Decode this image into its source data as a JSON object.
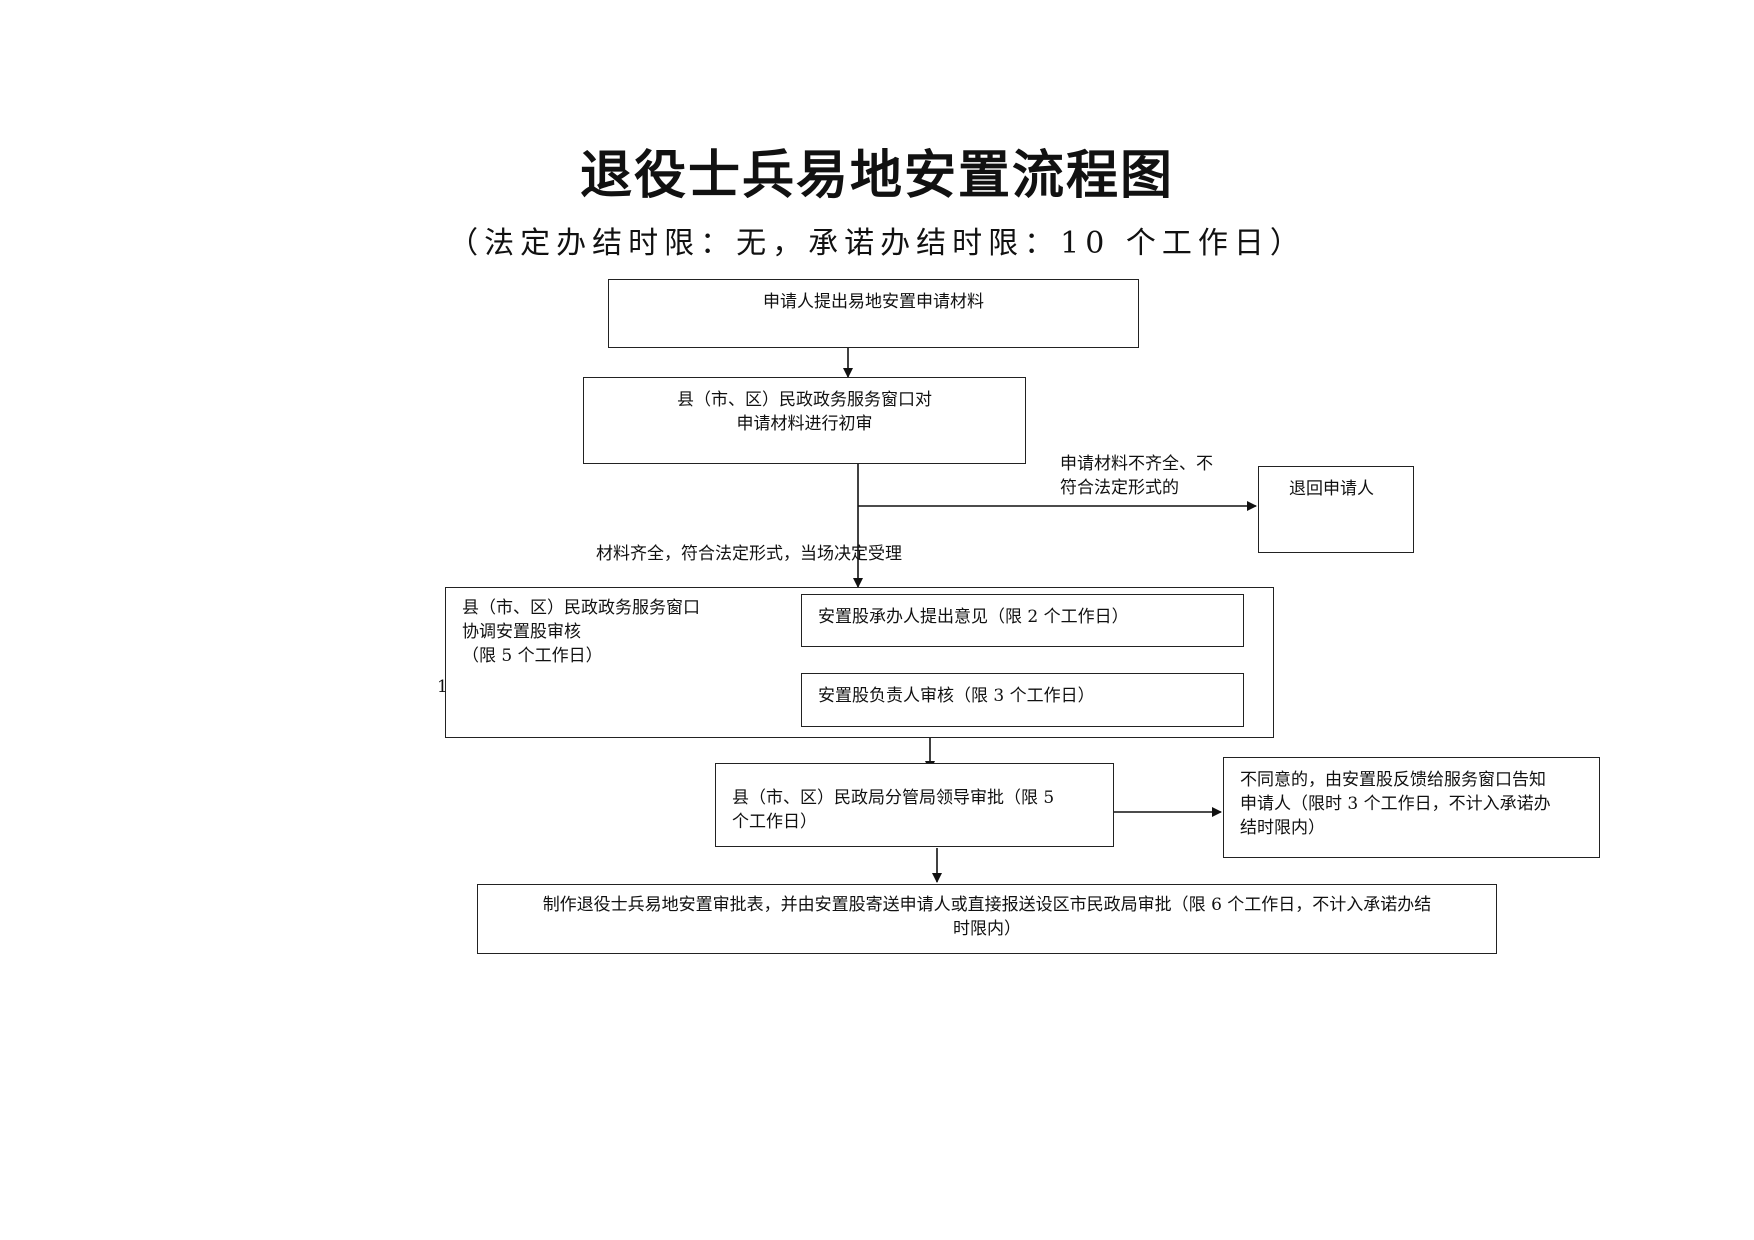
{
  "title": "退役士兵易地安置流程图",
  "subtitle": "（法定办结时限：无，承诺办结时限：10 个工作日）",
  "nodes": {
    "apply": "申请人提出易地安置申请材料",
    "initial_review_line1": "县（市、区）民政政务服务窗口对",
    "initial_review_line2": "申请材料进行初审",
    "return_applicant": "退回申请人",
    "coordinate_line1": "县（市、区）民政政务服务窗口",
    "coordinate_line2": "协调安置股审核",
    "coordinate_line3": "（限 5 个工作日）",
    "handler_opinion": "安置股承办人提出意见（限 2 个工作日）",
    "chief_review": "安置股负责人审核（限 3 个工作日）",
    "leader_approval_line1": "县（市、区）民政局分管局领导审批（限 5",
    "leader_approval_line2": "个工作日）",
    "disagree_line1": "不同意的，由安置股反馈给服务窗口告知",
    "disagree_line2": "申请人（限时 3 个工作日，不计入承诺办",
    "disagree_line3": "结时限内）",
    "final_line1": "制作退役士兵易地安置审批表，并由安置股寄送申请人或直接报送设区市民政局审批（限 6 个工作日，不计入承诺办结",
    "final_line2": "时限内）"
  },
  "edge_labels": {
    "incomplete_line1": "申请材料不齐全、不",
    "incomplete_line2": "符合法定形式的",
    "accepted": "材料齐全，符合法定形式，当场决定受理",
    "stray_mark": "1"
  }
}
